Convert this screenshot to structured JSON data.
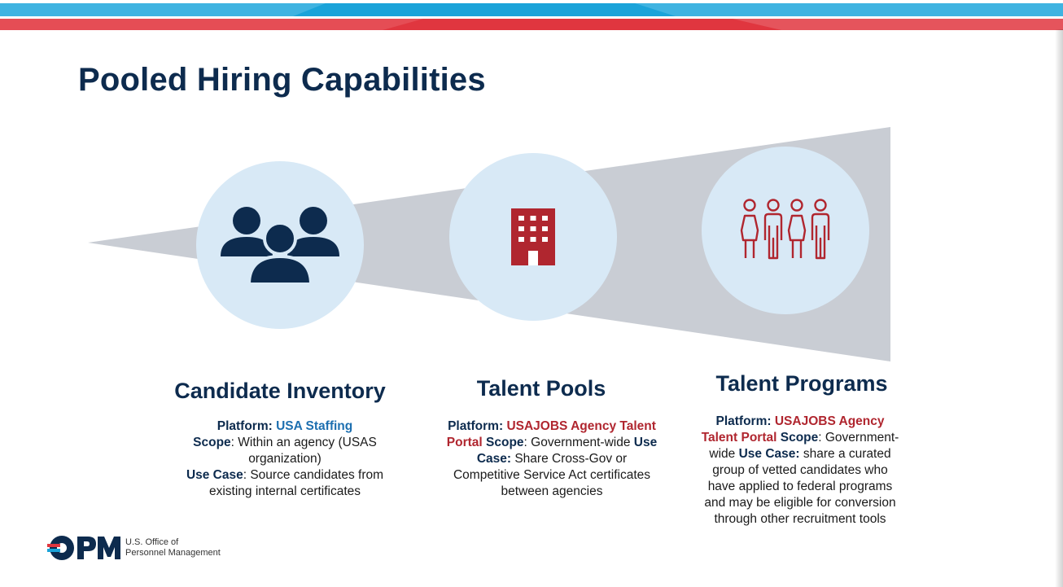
{
  "slide": {
    "title": "Pooled Hiring Capabilities"
  },
  "colors": {
    "navy": "#0d2b4e",
    "banner_blue": "#1aa3d9",
    "banner_red": "#e0363f",
    "circle_fill": "#d8e9f6",
    "wedge_gray": "#c9cdd4",
    "accent_red": "#b0262f",
    "accent_blue": "#1d6fb0"
  },
  "columns": [
    {
      "title": "Candidate Inventory",
      "icon": "people-group-icon",
      "platform_label": "Platform:",
      "platform_value": "USA Staffing",
      "scope_label": "Scope",
      "scope_text": ": Within an agency (USAS organization)",
      "use_label": "Use Case",
      "use_text": ": Source candidates from existing internal certificates"
    },
    {
      "title": "Talent Pools",
      "icon": "office-building-icon",
      "platform_label": "Platform:",
      "platform_value": "USAJOBS Agency Talent Portal",
      "scope_label": "Scope",
      "scope_text": ": Government-wide",
      "use_label": "Use Case:",
      "use_text": "Share Cross-Gov or Competitive Service Act certificates between agencies"
    },
    {
      "title": "Talent Programs",
      "icon": "people-outline-icon",
      "platform_label": "Platform:",
      "platform_value": "USAJOBS Agency Talent Portal",
      "scope_label": "Scope",
      "scope_text": ": Government-wide",
      "use_label": "Use Case:",
      "use_text": "share a curated group of vetted candidates who have applied to federal programs and may be eligible for conversion through other recruitment tools"
    }
  ],
  "logo": {
    "mark": "OPM",
    "line1": "U.S. Office of",
    "line2": "Personnel Management"
  }
}
